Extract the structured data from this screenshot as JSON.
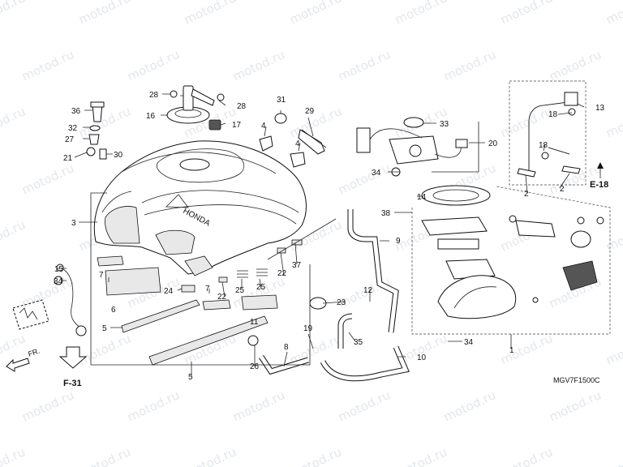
{
  "watermark": "motod.ru",
  "diagram_code": "MGV7F1500C",
  "refs": {
    "e18": "E-18",
    "f31": "F-31",
    "fr": "FR."
  },
  "tank_logo": "HONDA",
  "callouts": [
    {
      "id": "c1",
      "text": "1"
    },
    {
      "id": "c2a",
      "text": "2"
    },
    {
      "id": "c2b",
      "text": "2"
    },
    {
      "id": "c3",
      "text": "3"
    },
    {
      "id": "c4a",
      "text": "4"
    },
    {
      "id": "c4b",
      "text": "4"
    },
    {
      "id": "c5a",
      "text": "5"
    },
    {
      "id": "c5b",
      "text": "5"
    },
    {
      "id": "c6",
      "text": "6"
    },
    {
      "id": "c7a",
      "text": "7"
    },
    {
      "id": "c7b",
      "text": "7"
    },
    {
      "id": "c8",
      "text": "8"
    },
    {
      "id": "c9",
      "text": "9"
    },
    {
      "id": "c10",
      "text": "10"
    },
    {
      "id": "c11",
      "text": "11"
    },
    {
      "id": "c12",
      "text": "12"
    },
    {
      "id": "c13",
      "text": "13"
    },
    {
      "id": "c14",
      "text": "14"
    },
    {
      "id": "c15",
      "text": "15"
    },
    {
      "id": "c16",
      "text": "16"
    },
    {
      "id": "c17",
      "text": "17"
    },
    {
      "id": "c18a",
      "text": "18"
    },
    {
      "id": "c18b",
      "text": "18"
    },
    {
      "id": "c19",
      "text": "19"
    },
    {
      "id": "c20",
      "text": "20"
    },
    {
      "id": "c21",
      "text": "21"
    },
    {
      "id": "c22a",
      "text": "22"
    },
    {
      "id": "c22b",
      "text": "22"
    },
    {
      "id": "c23",
      "text": "23"
    },
    {
      "id": "c24",
      "text": "24"
    },
    {
      "id": "c25a",
      "text": "25"
    },
    {
      "id": "c25b",
      "text": "25"
    },
    {
      "id": "c26",
      "text": "26"
    },
    {
      "id": "c27",
      "text": "27"
    },
    {
      "id": "c28a",
      "text": "28"
    },
    {
      "id": "c28b",
      "text": "28"
    },
    {
      "id": "c29",
      "text": "29"
    },
    {
      "id": "c30",
      "text": "30"
    },
    {
      "id": "c31",
      "text": "31"
    },
    {
      "id": "c32",
      "text": "32"
    },
    {
      "id": "c33",
      "text": "33"
    },
    {
      "id": "c34a",
      "text": "34"
    },
    {
      "id": "c34b",
      "text": "34"
    },
    {
      "id": "c34c",
      "text": "34"
    },
    {
      "id": "c35",
      "text": "35"
    },
    {
      "id": "c36",
      "text": "36"
    },
    {
      "id": "c37",
      "text": "37"
    },
    {
      "id": "c38",
      "text": "38"
    }
  ]
}
